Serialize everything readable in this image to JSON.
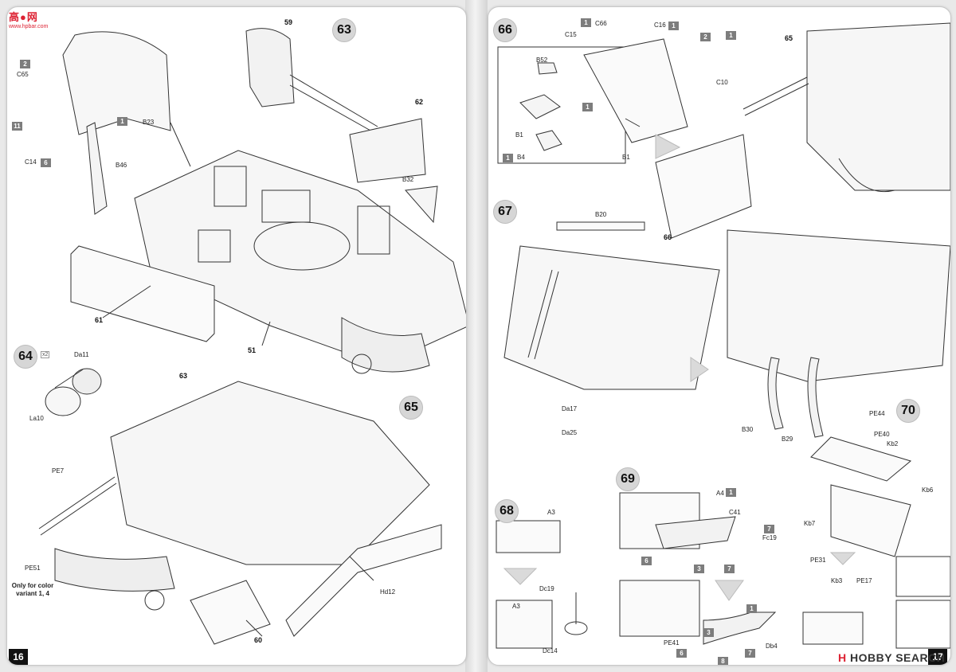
{
  "watermark": {
    "logo_text": "高●网",
    "logo_sub": "www.hpbar.com"
  },
  "brand": {
    "prefix": "H",
    "name": "HOBBY SEARCH"
  },
  "pages": {
    "left_number": "16",
    "right_number": "17"
  },
  "steps": {
    "s63": "63",
    "s64": "64",
    "s65": "65",
    "s66": "66",
    "s67": "67",
    "s68": "68",
    "s69": "69",
    "s70": "70"
  },
  "step64": {
    "multiplier": "x2"
  },
  "left_labels": {
    "C65": "C65",
    "B23": "B23",
    "C14": "C14",
    "B46": "B46",
    "ref59": "59",
    "ref62": "62",
    "B32": "B32",
    "ref61": "61",
    "ref51": "51",
    "Da11": "Da11",
    "La10": "La10",
    "ref63b": "63",
    "PE7": "PE7",
    "PE51": "PE51",
    "Hd12": "Hd12",
    "ref60": "60",
    "note": "Only for color variant 1, 4"
  },
  "left_qty": {
    "q_c65": "2",
    "q_b23": "1",
    "q_c14_a": "11",
    "q_c14_b": "6"
  },
  "right_labels": {
    "C66": "C66",
    "C16": "C16",
    "C15": "C15",
    "C10": "C10",
    "B52": "B52",
    "B1a": "B1",
    "B4": "B4",
    "B1b": "B1",
    "ref65": "65",
    "B20": "B20",
    "ref66": "66",
    "Da17": "Da17",
    "Da25": "Da25",
    "B30": "B30",
    "B29": "B29",
    "PE44": "PE44",
    "PE40": "PE40",
    "Kb2": "Kb2",
    "Kb6": "Kb6",
    "Kb7": "Kb7",
    "PE31": "PE31",
    "Kb3": "Kb3",
    "PE17": "PE17",
    "A3a": "A3",
    "A3b": "A3",
    "Dc19": "Dc19",
    "Dc14": "Dc14",
    "A4": "A4",
    "C41": "C41",
    "Fc19": "Fc19",
    "PE41": "PE41",
    "Db4": "Db4"
  },
  "right_qty": {
    "q1": "1",
    "q2": "1",
    "q3": "2",
    "q4": "1",
    "q5": "1",
    "q6": "1",
    "q7": "1",
    "q8": "7",
    "q9": "6",
    "q10": "3",
    "q11": "7",
    "q12": "1",
    "q13": "3",
    "q14": "6",
    "q15": "7",
    "q16": "8"
  }
}
